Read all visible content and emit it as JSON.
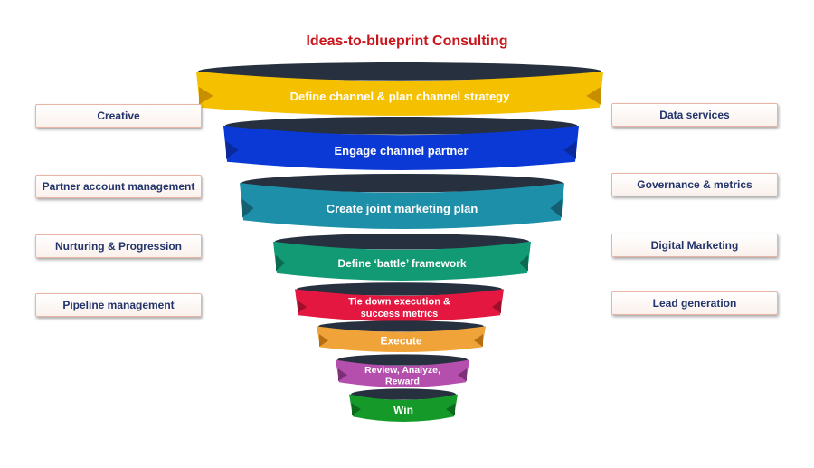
{
  "title": "Ideas-to-blueprint Consulting",
  "colors": {
    "title": "#c9161d",
    "side_text": "#23346b",
    "side_border": "#e8b4a6"
  },
  "stages": [
    {
      "lines": [
        "Define channel & plan channel strategy"
      ],
      "color": "#f5c000",
      "arrow": "#c78e00"
    },
    {
      "lines": [
        "Engage channel partner"
      ],
      "color": "#0a39d6",
      "arrow": "#0a2a9c"
    },
    {
      "lines": [
        "Create joint marketing plan"
      ],
      "color": "#1e8fa8",
      "arrow": "#145f72"
    },
    {
      "lines": [
        "Define ‘battle’ framework"
      ],
      "color": "#129a74",
      "arrow": "#0c6a50"
    },
    {
      "lines": [
        "Tie down execution &",
        "success metrics"
      ],
      "color": "#e3173f",
      "arrow": "#9e0f2c"
    },
    {
      "lines": [
        "Execute"
      ],
      "color": "#f0a339",
      "arrow": "#b56e10"
    },
    {
      "lines": [
        "Review, Analyze,",
        "Reward"
      ],
      "color": "#b54fae",
      "arrow": "#7d2f78"
    },
    {
      "lines": [
        "Win"
      ],
      "color": "#159a2a",
      "arrow": "#0c6a1c"
    }
  ],
  "left_boxes": [
    "Creative",
    "Partner account management",
    "Nurturing & Progression",
    "Pipeline  management"
  ],
  "right_boxes": [
    "Data services",
    "Governance & metrics",
    "Digital Marketing",
    "Lead generation"
  ]
}
